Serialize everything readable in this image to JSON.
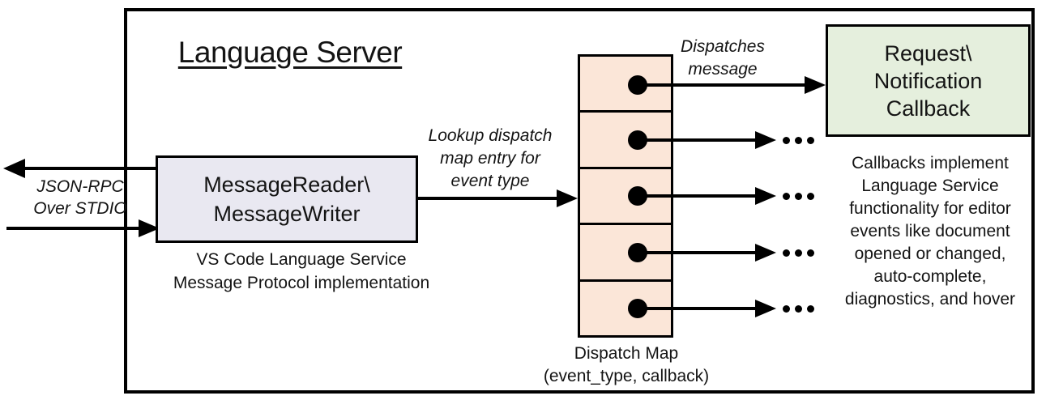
{
  "title": "Language Server",
  "left_io": {
    "label_line1": "JSON-RPC",
    "label_line2": "Over STDIO"
  },
  "message_box": {
    "line1": "MessageReader\\",
    "line2": "MessageWriter",
    "caption_line1": "VS Code Language Service",
    "caption_line2": "Message Protocol implementation"
  },
  "lookup_label": {
    "line1": "Lookup dispatch",
    "line2": "map entry for",
    "line3": "event type"
  },
  "dispatches_label": {
    "line1": "Dispatches",
    "line2": "message"
  },
  "dispatch_map": {
    "cell_count": 5,
    "caption_line1": "Dispatch Map",
    "caption_line2": "(event_type, callback)"
  },
  "callback_box": {
    "line1": "Request\\",
    "line2": "Notification",
    "line3": "Callback"
  },
  "callbacks_note": {
    "lines": [
      "Callbacks implement",
      "Language Service",
      "functionality for editor",
      "events like document",
      "opened or changed,",
      "auto-complete,",
      "diagnostics, and hover"
    ]
  },
  "colors": {
    "message_box_fill": "#e9e8f1",
    "dispatch_map_fill": "#fbe6d8",
    "callback_box_fill": "#e5efdd",
    "stroke": "#000000"
  }
}
